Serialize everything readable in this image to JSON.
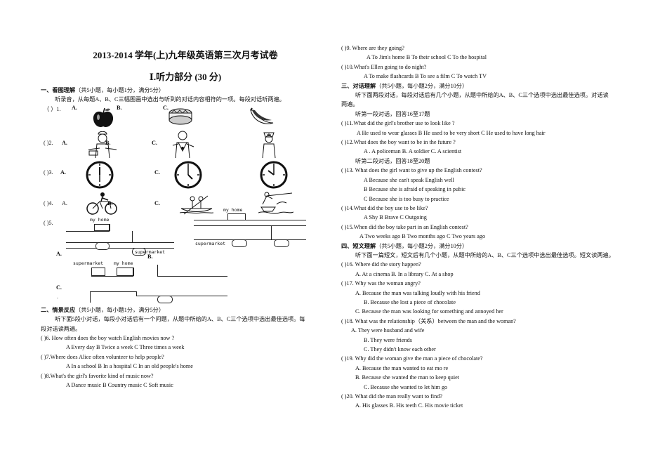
{
  "title": "2013-2014 学年(上)九年级英语第三次月考试卷",
  "part1_title": "Ⅰ.听力部分 (30 分)",
  "sec1": {
    "heading": "一、看图理解",
    "note": "（共5小题，每小题1分，满分5分）",
    "instruction": "听录音，从每题A、B、C三幅图画中选出与听到的对话内容相符的一项。每段对话听两遍。",
    "q1": "（  ）1.",
    "q2": "(    )2.",
    "q3": "(    )3.",
    "q4": "(    )4.",
    "q5": "(    )5.",
    "optA": "A.",
    "optB": "B.",
    "optC": "C.",
    "map_my_home": "my home",
    "map_supermarket": "supermarket",
    "map_c_dot": "."
  },
  "sec2": {
    "heading": "二、情景反应",
    "note": "（共5小题，每小题1分，满分5分）",
    "instruction1": "听下面5段小对话，每段小对话后有一个问题，从题中所给的A、B、C三个选项中选出最佳选项。每",
    "instruction2": "段对话读两遍。",
    "q6": "(    )6. How often does the boy watch English movies now ?",
    "q6o": "A Every day   B Twice a week   C Three times a week",
    "q7": "(    )7.Where does Alice often volunteer to help people?",
    "q7o": "A  In a school   B In a hospital   C In an old people's home",
    "q8": "(    )8.What's the girl's favorite kind of music now?",
    "q8o": "A Dance music   B Country music  C Soft music"
  },
  "right": {
    "q9": "(    )9. Where are they  going?",
    "q9o": "A To Jim's home  B To their school   C To the hospital",
    "q10": "(    )10.What's Ellen going to do night?",
    "q10o": "A To make flashcards  B  To see a film   C To watch TV",
    "sec3_heading": "三、对话理解",
    "sec3_note": "（共5小题，每小题2分，满分10分）",
    "sec3_instr1": "听下面两段对话，每段对话后有几个小题，从题中所给的A、B、C三个选项中选出最佳选项。对话读",
    "sec3_instr2": "两遍。",
    "dlg1": "听第一段对话，回答16至17题",
    "q11": "(    )11.What did the girl's brother use to look like ?",
    "q11o": "A He used to wear glasses  B He used to be very short  C He used to have long hair",
    "q12": "(    )12.What does the boy want to be in the future ?",
    "q12o": "A . A policeman              B.  A soldier              C.  A scientist",
    "dlg2": "听第二段对话，回答18至20题",
    "q13": "(    )13. What does the girl want to give up the English contest?",
    "q13a": "A  Because she can't speak English well",
    "q13b": "B  Because she is afraid of speaking in pubic",
    "q13c": "C  Because she is too busy to practice",
    "q14": "(    )14.What did the boy use to be like?",
    "q14o": "A    Shy        B   Brave        C  Outgoing",
    "q15": "(    )15.When did the boy take part in an English contest?",
    "q15o": "A   Two weeks ago  B   Two months ago   C    Two years ago",
    "sec4_heading": "四、短文理解",
    "sec4_note": "（共5小题，每小题2分，满分10分）",
    "sec4_instr": "听下面一篇短文，短文后有几个小题，从题中所给的A、B、C三个选项中选出最佳选项。短文读两遍。",
    "q16": "(    )16.   Where did the story happen?",
    "q16o": "A.   At a cinema                 B.   In a library                  C.   At a shop",
    "q17": "(    )17.   Why was the woman angry?",
    "q17a": "A.   Because the man was talking loudly with his friend",
    "q17b": "B.   Because she lost a piece of chocolate",
    "q17c": "C.   Because the man was looking for something and annoyed her",
    "q18": "(    )18.   What was the relationship（关系）between the man and the woman?",
    "q18a": "A. They were husband and wife",
    "q18b": "B.   They were friends",
    "q18c": "C.   They didn't know each other",
    "q19": "(    )19.   Why did the woman give the man a piece of chocolate?",
    "q19a": "A.   Because the man wanted to eat mo re",
    "q19b": "B.   Because she wanted the man to keep quiet",
    "q19c": "C.   Because she wanted to let him go",
    "q20": "(    )20.   What did the man really want to find?",
    "q20o": "A.   His glasses                    B.   His teeth                              C.   His movie ticket"
  }
}
